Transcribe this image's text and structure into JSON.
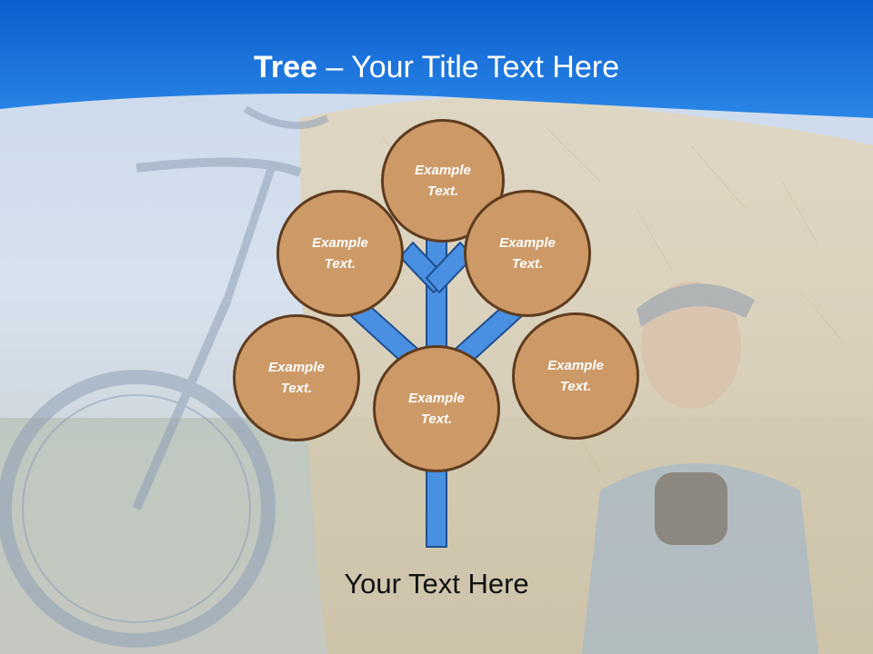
{
  "slide": {
    "title_strong": "Tree",
    "title_dash": " – ",
    "title_rest": "Your Title Text Here",
    "footer_text": "Your Text Here"
  },
  "nodes": [
    {
      "label": "Example Text."
    },
    {
      "label": "Example Text."
    },
    {
      "label": "Example Text."
    },
    {
      "label": "Example Text."
    },
    {
      "label": "Example Text."
    },
    {
      "label": "Example Text."
    }
  ],
  "colors": {
    "header_blue": "#1a73d9",
    "node_fill": "#cd9a67",
    "node_border": "#5f3c1f",
    "branch_fill": "#4a90e2",
    "branch_stroke": "#1f4f8f"
  }
}
